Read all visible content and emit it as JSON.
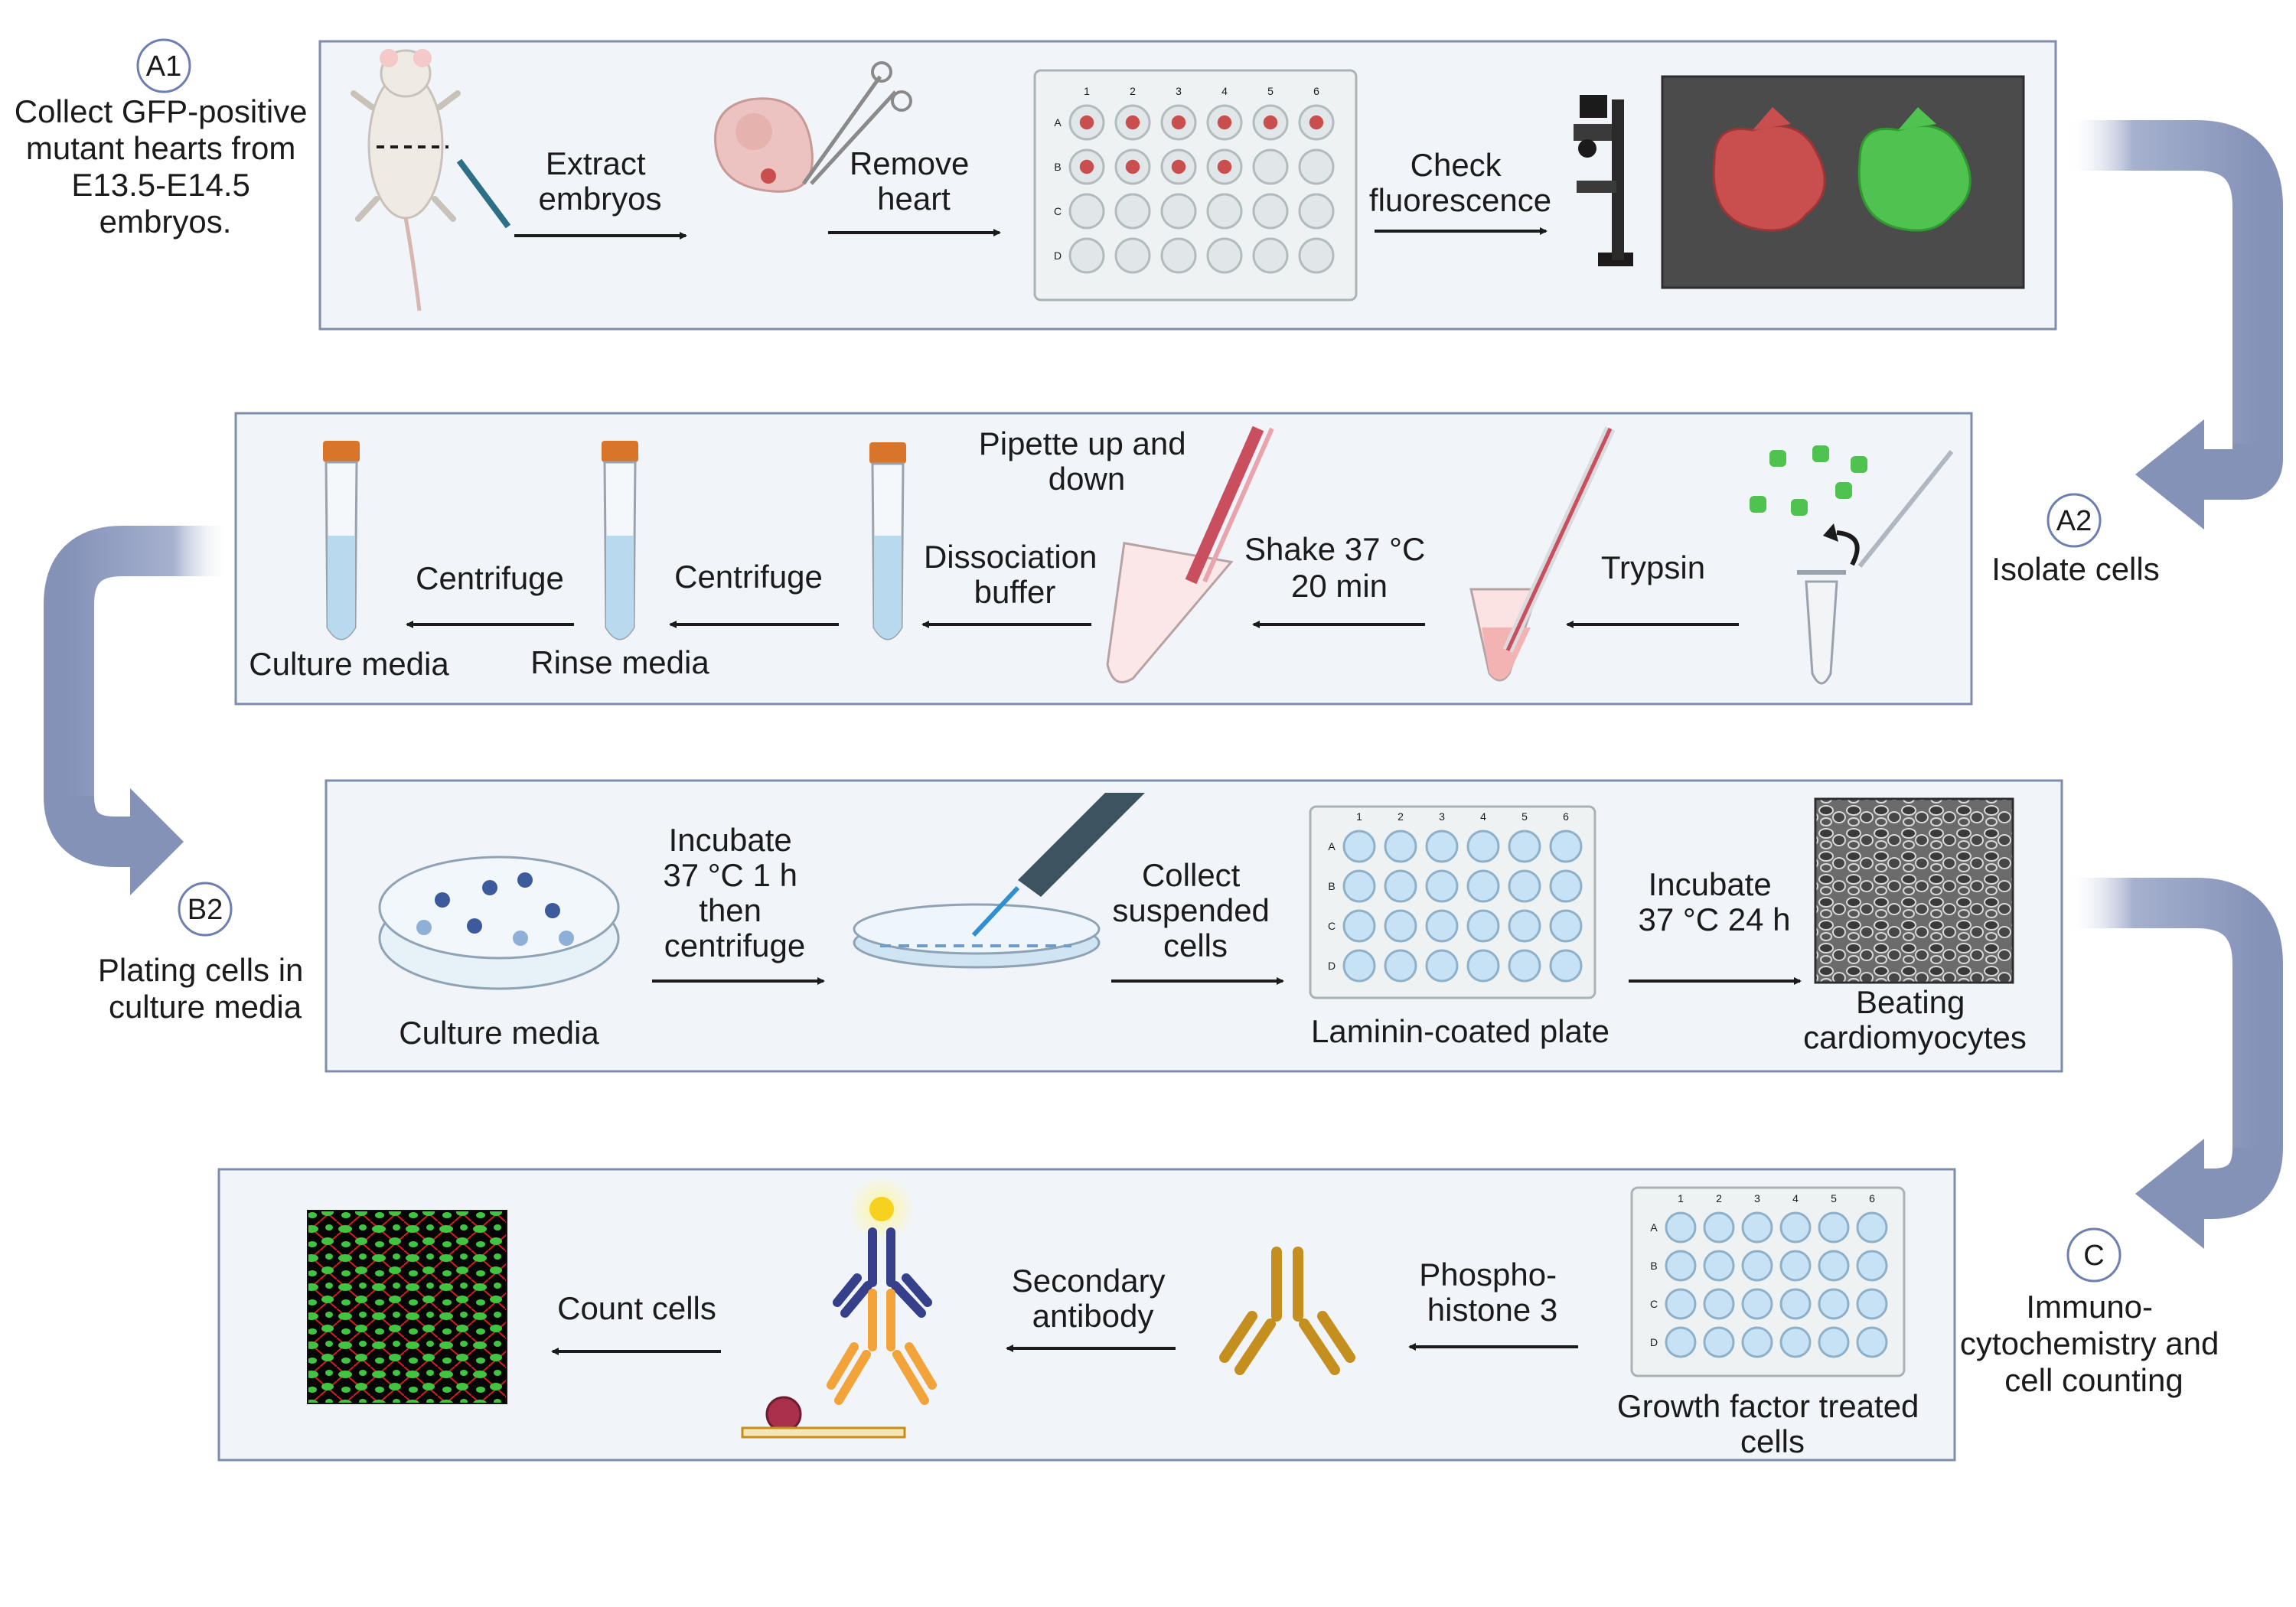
{
  "colors": {
    "panel_fill": "#f1f5fa",
    "panel_stroke": "#7f8daa",
    "flow_arrow": "#8c99bd",
    "heart_red": "#c94f4f",
    "heart_green": "#4fc24f",
    "tube_cap": "#d9752b",
    "media_blue": "#b9d9ef",
    "antibody_primary": "#c48f1e",
    "antibody_secondary_arms": "#353f8a",
    "antibody_orange": "#f2a33a"
  },
  "steps": {
    "A1": {
      "badge": "A1",
      "title": [
        "Collect GFP-positive",
        "mutant hearts from",
        "E13.5-E14.5",
        "embryos."
      ],
      "arrows": [
        [
          "Extract",
          "embryos"
        ],
        [
          "Remove",
          "heart"
        ],
        [
          "Check",
          "fluorescence"
        ]
      ],
      "plate_cols": [
        "1",
        "2",
        "3",
        "4",
        "5",
        "6"
      ],
      "plate_rows": [
        "A",
        "B",
        "C",
        "D"
      ]
    },
    "A2": {
      "badge": "A2",
      "title": [
        "Isolate cells"
      ],
      "arrows": [
        [
          "Trypsin"
        ],
        [
          "Shake 37 °C",
          "20 min"
        ],
        [
          "Dissociation",
          "buffer"
        ],
        [
          "Centrifuge"
        ],
        [
          "Centrifuge"
        ]
      ],
      "pipette_label": [
        "Pipette up and",
        "down"
      ],
      "tube_labels": [
        "Rinse media",
        "Culture media"
      ]
    },
    "B2": {
      "badge": "B2",
      "title": [
        "Plating cells in",
        "culture media"
      ],
      "arrows": [
        [
          "Incubate",
          "37 °C 1 h",
          "then",
          "centrifuge"
        ],
        [
          "Collect",
          "suspended",
          "cells"
        ],
        [
          "Incubate",
          "37 °C 24 h"
        ]
      ],
      "dish_label": "Culture media",
      "plate_label": "Laminin-coated plate",
      "result_label": [
        "Beating",
        "cardiomyocytes"
      ],
      "plate_cols": [
        "1",
        "2",
        "3",
        "4",
        "5",
        "6"
      ],
      "plate_rows": [
        "A",
        "B",
        "C",
        "D"
      ]
    },
    "C": {
      "badge": "C",
      "title": [
        "Immuno-",
        "cytochemistry and",
        "cell counting"
      ],
      "arrows": [
        [
          "Phospho-",
          "histone 3"
        ],
        [
          "Secondary",
          "antibody"
        ],
        [
          "Count cells"
        ]
      ],
      "plate_label": [
        "Growth factor treated",
        "cells"
      ],
      "plate_cols": [
        "1",
        "2",
        "3",
        "4",
        "5",
        "6"
      ],
      "plate_rows": [
        "A",
        "B",
        "C",
        "D"
      ]
    }
  }
}
